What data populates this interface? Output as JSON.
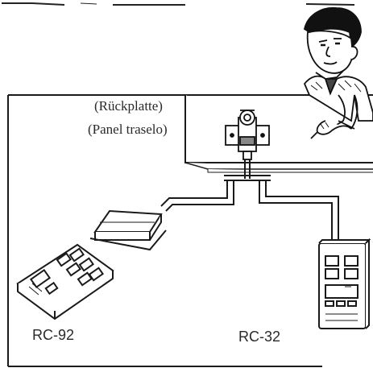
{
  "labels": {
    "rear_panel_de": "(Rückplatte)",
    "rear_panel_es": "(Panel traselo)",
    "left_device": "RC-92",
    "right_device": "RC-32"
  },
  "icons": {
    "person": "cartoon-person-pointing-icon",
    "connector": "rear-panel-connector-icon"
  }
}
